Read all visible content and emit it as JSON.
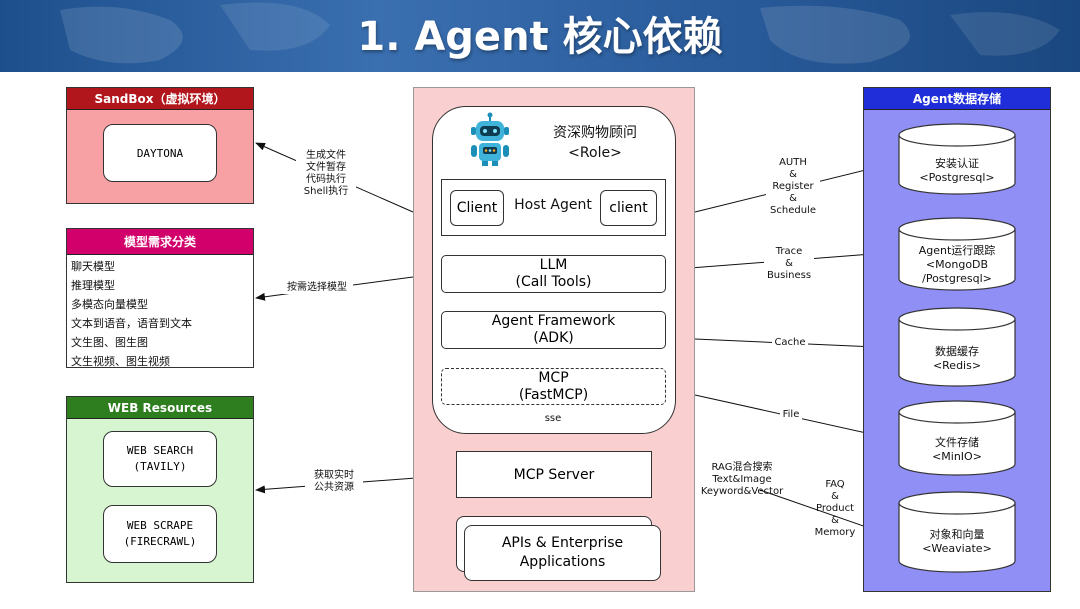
{
  "slide": {
    "title": "1. Agent 核心依赖"
  },
  "sandbox": {
    "header": "SandBox（虚拟环境）",
    "item": "DAYTONA"
  },
  "models": {
    "header": "模型需求分类",
    "items": [
      "聊天模型",
      "推理模型",
      "多模态向量模型",
      "文本到语音，语音到文本",
      "文生图、图生图",
      "文生视频、图生视频"
    ]
  },
  "web": {
    "header": "WEB Resources",
    "items": [
      {
        "line1": "WEB SEARCH",
        "line2": "(TAVILY)"
      },
      {
        "line1": "WEB SCRAPE",
        "line2": "(FIRECRAWL)"
      }
    ]
  },
  "agent": {
    "role_line1": "资深购物顾问",
    "role_line2": "<Role>",
    "client_left": "Client",
    "host_agent": "Host Agent",
    "client_right": "client",
    "llm_line1": "LLM",
    "llm_line2": "(Call Tools)",
    "framework_line1": "Agent Framework",
    "framework_line2": "(ADK)",
    "mcp_line1": "MCP",
    "mcp_line2": "(FastMCP)",
    "sse": "sse",
    "mcp_server": "MCP Server",
    "apis_line1": "APIs & Enterprise",
    "apis_line2": "Applications"
  },
  "storage": {
    "header": "Agent数据存储",
    "items": [
      {
        "line1": "安装认证",
        "line2": "<Postgresql>",
        "line3": ""
      },
      {
        "line1": "Agent运行跟踪",
        "line2": "<MongoDB",
        "line3": "/Postgresql>"
      },
      {
        "line1": "数据缓存",
        "line2": "<Redis>",
        "line3": ""
      },
      {
        "line1": "文件存储",
        "line2": "<MinIO>",
        "line3": ""
      },
      {
        "line1": "对象和向量",
        "line2": "<Weaviate>",
        "line3": ""
      }
    ]
  },
  "edge_labels": {
    "sandbox": [
      "生成文件",
      "文件暂存",
      "代码执行",
      "Shell执行"
    ],
    "models": "按需选择模型",
    "web": [
      "获取实时",
      "公共资源"
    ],
    "auth": [
      "AUTH",
      "&",
      "Register",
      "&",
      "Schedule"
    ],
    "trace": [
      "Trace",
      "&",
      "Business"
    ],
    "cache": "Cache",
    "file": "File",
    "rag": [
      "RAG混合搜索",
      "Text&Image",
      "Keyword&Vector"
    ],
    "faq": [
      "FAQ",
      "&",
      "Product",
      "&",
      "Memory"
    ]
  },
  "colors": {
    "sandbox_bg": "#f8a1a4",
    "sandbox_header": "#b2161d",
    "models_header": "#d1006b",
    "web_bg": "#d7f5d0",
    "web_header": "#2e7d1e",
    "agent_bg": "#f9cfcf",
    "storage_bg": "#8f8ff5",
    "storage_header": "#1f2ed8"
  },
  "icons": [
    "robot-icon"
  ]
}
